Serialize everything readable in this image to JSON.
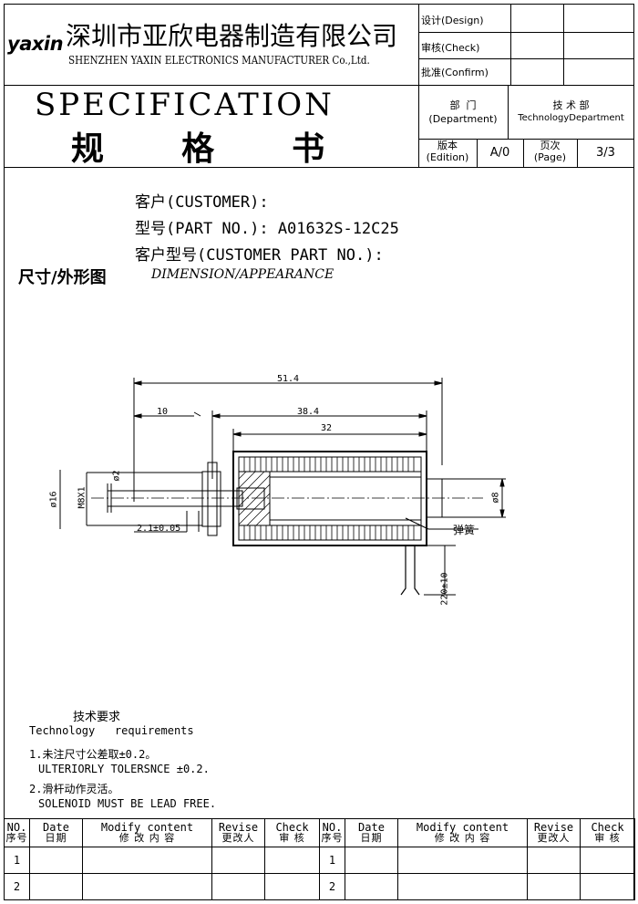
{
  "header": {
    "logo_text": "yaxin",
    "company_cn": "深圳市亚欣电器制造有限公司",
    "company_en": "SHENZHEN YAXIN ELECTRONICS MANUFACTURER Co.,Ltd.",
    "design_label": "设计(Design)",
    "check_label": "审核(Check)",
    "confirm_label": "批准(Confirm)",
    "spec_title": "SPECIFICATION",
    "spec_title_cn": "规  格  书",
    "dept_label_cn": "部  门",
    "dept_label_en": "(Department)",
    "dept_value_cn": "技 术 部",
    "dept_value_en": "TechnologyDepartment",
    "edition_label_cn": "版本",
    "edition_label_en": "(Edition)",
    "edition_value": "A/0",
    "page_label_cn": "页次",
    "page_label_en": "(Page)",
    "page_value": "3/3"
  },
  "info": {
    "customer": "客户(CUSTOMER):",
    "part_no": "型号(PART NO.): A01632S-12C25",
    "customer_part_no": "客户型号(CUSTOMER PART NO.):",
    "dimension_cn": "尺寸/外形图",
    "dimension_en": "DIMENSION/APPEARANCE"
  },
  "drawing": {
    "dim_total": "51.4",
    "dim_10": "10",
    "dim_384": "38.4",
    "dim_32": "32",
    "dim_phi2": "ø2",
    "dim_phi16": "ø16",
    "dim_m8": "M8X1",
    "dim_phi8": "ø8",
    "dim_21": "2.1±0.05",
    "dim_220": "220±10",
    "spring_label": "弹簧"
  },
  "requirements": {
    "title_cn": "技术要求",
    "title_en": "Technology   requirements",
    "item1_cn": "1.未注尺寸公差取±0.2。",
    "item1_en": "ULTERIORLY TOLERSNCE ±0.2.",
    "item2_cn": "2.滑杆动作灵活。",
    "item2_en": "SOLENOID MUST BE LEAD FREE."
  },
  "revision_table": {
    "headers": [
      {
        "en": "NO.",
        "cn": "序号"
      },
      {
        "en": "Date",
        "cn": "日期"
      },
      {
        "en": "Modify content",
        "cn": "修 改 内 容"
      },
      {
        "en": "Revise",
        "cn": "更改人"
      },
      {
        "en": "Check",
        "cn": "审  核"
      },
      {
        "en": "NO.",
        "cn": "序号"
      },
      {
        "en": "Date",
        "cn": "日期"
      },
      {
        "en": "Modify content",
        "cn": "修 改 内 容"
      },
      {
        "en": "Revise",
        "cn": "更改人"
      },
      {
        "en": "Check",
        "cn": "审  核"
      }
    ],
    "rows": [
      {
        "left_no": "1",
        "right_no": "1"
      },
      {
        "left_no": "2",
        "right_no": "2"
      }
    ]
  }
}
